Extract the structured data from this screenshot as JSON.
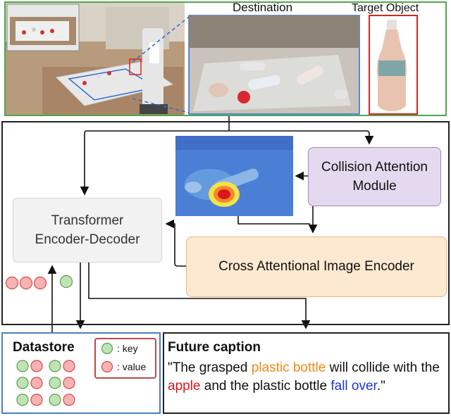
{
  "scene": {
    "destination_label": "Destination",
    "target_object_label": "Target Object"
  },
  "modules": {
    "transformer_line1": "Transformer",
    "transformer_line2": "Encoder-Decoder",
    "collision_line1": "Collision Attention",
    "collision_line2": "Module",
    "cross_encoder": "Cross Attentional Image Encoder"
  },
  "datastore": {
    "title": "Datastore",
    "key_label": ": key",
    "value_label": ": value"
  },
  "caption": {
    "title": "Future caption",
    "part1": "\"The grasped ",
    "highlight1": "plastic bottle",
    "part2": " will collide with the ",
    "highlight2": "apple",
    "part3": " and the plastic bottle ",
    "highlight3": "fall over",
    "part4": ".\""
  },
  "colors": {
    "key_circle": "#bfe3b4",
    "value_circle": "#f6b3b3",
    "scene_border": "#4fa84b",
    "datastore_border": "#4c7fbf",
    "highlight_orange": "#f08a14",
    "highlight_red": "#e0141c",
    "highlight_blue": "#1a35e0"
  }
}
